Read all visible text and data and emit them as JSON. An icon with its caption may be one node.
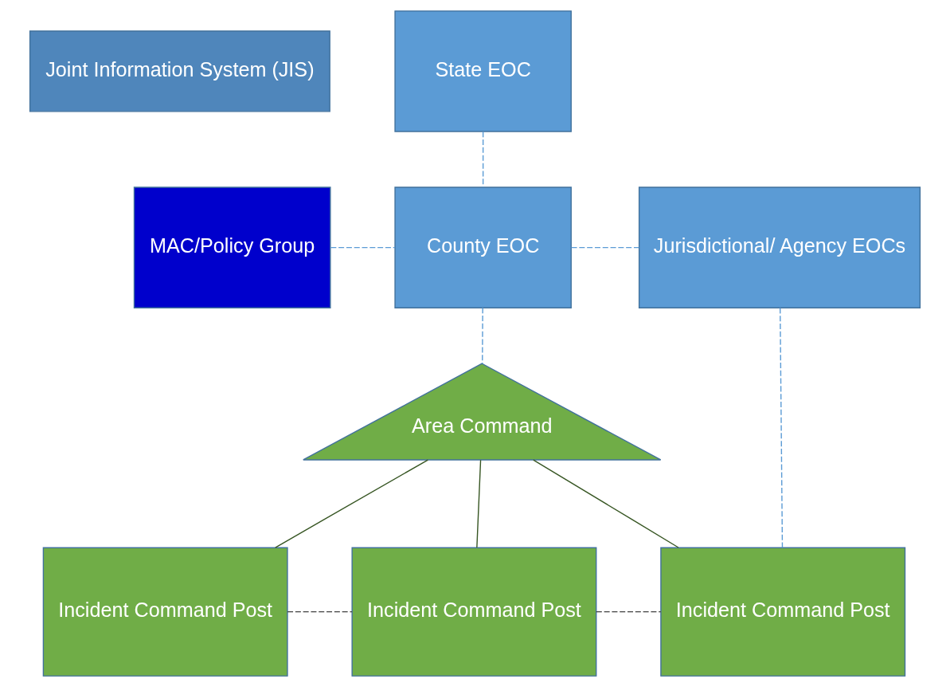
{
  "diagram": {
    "nodes": [
      {
        "text": [
          "State EOC"
        ]
      },
      {
        "text": [
          "MAC/Policy Group"
        ]
      },
      {
        "text": [
          "County EOC"
        ]
      },
      {
        "text": [
          "Jurisdictional/ Agency EOCs"
        ]
      },
      {
        "text": [
          "Area Command"
        ]
      },
      {
        "text": [
          "Incident Command Post"
        ]
      },
      {
        "text": [
          "Incident Command Post"
        ]
      },
      {
        "text": [
          "Incident Command Post"
        ]
      },
      {
        "text": [
          "Joint Information System (JIS)"
        ]
      }
    ],
    "edges": [
      {
        "from": 0,
        "to": 2,
        "arrow": "none",
        "style": "dashed"
      },
      {
        "from": 1,
        "to": 2,
        "arrow": "none",
        "style": "dashed"
      },
      {
        "from": 2,
        "to": 3,
        "arrow": "none",
        "style": "dashed"
      },
      {
        "from": 2,
        "to": 4,
        "arrow": "none",
        "style": "dashed"
      },
      {
        "from": 3,
        "to": 7,
        "arrow": "none",
        "style": "dashed"
      },
      {
        "from": 4,
        "to": 5,
        "arrow": "none",
        "color": "#375623"
      },
      {
        "from": 4,
        "to": 6,
        "arrow": "none",
        "color": "#375623"
      },
      {
        "from": 4,
        "to": 7,
        "arrow": "none",
        "color": "#375623"
      },
      {
        "from": 5,
        "to": 6,
        "arrow": "none",
        "style": "dashed",
        "color": "#404040"
      },
      {
        "from": 6,
        "to": 7,
        "arrow": "none",
        "style": "dashed",
        "color": "#404040"
      }
    ]
  }
}
